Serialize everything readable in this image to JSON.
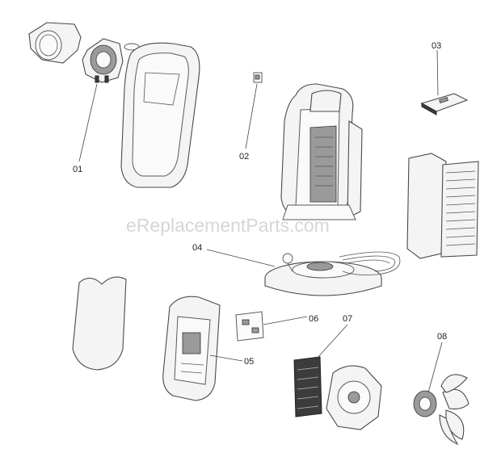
{
  "callouts": {
    "c01": "01",
    "c02": "02",
    "c03": "03",
    "c04": "04",
    "c05": "05",
    "c06": "06",
    "c07": "07",
    "c08": "08"
  },
  "watermark": "eReplacementParts.com"
}
